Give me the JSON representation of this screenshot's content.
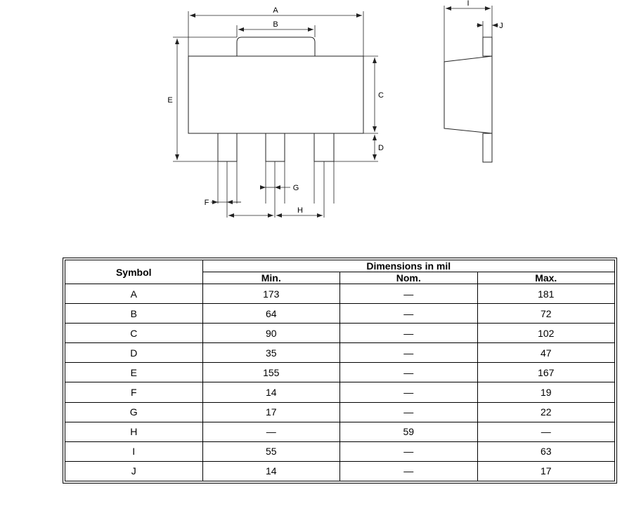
{
  "diagram": {
    "labels": {
      "A": "A",
      "B": "B",
      "C": "C",
      "D": "D",
      "E": "E",
      "F": "F",
      "G": "G",
      "H": "H",
      "I": "I",
      "J": "J"
    }
  },
  "table": {
    "symbol_header": "Symbol",
    "group_header": "Dimensions in mil",
    "col_min": "Min.",
    "col_nom": "Nom.",
    "col_max": "Max.",
    "rows": [
      {
        "symbol": "A",
        "min": "173",
        "nom": "—",
        "max": "181"
      },
      {
        "symbol": "B",
        "min": "64",
        "nom": "—",
        "max": "72"
      },
      {
        "symbol": "C",
        "min": "90",
        "nom": "—",
        "max": "102"
      },
      {
        "symbol": "D",
        "min": "35",
        "nom": "—",
        "max": "47"
      },
      {
        "symbol": "E",
        "min": "155",
        "nom": "—",
        "max": "167"
      },
      {
        "symbol": "F",
        "min": "14",
        "nom": "—",
        "max": "19"
      },
      {
        "symbol": "G",
        "min": "17",
        "nom": "—",
        "max": "22"
      },
      {
        "symbol": "H",
        "min": "—",
        "nom": "59",
        "max": "—"
      },
      {
        "symbol": "I",
        "min": "55",
        "nom": "—",
        "max": "63"
      },
      {
        "symbol": "J",
        "min": "14",
        "nom": "—",
        "max": "17"
      }
    ]
  }
}
